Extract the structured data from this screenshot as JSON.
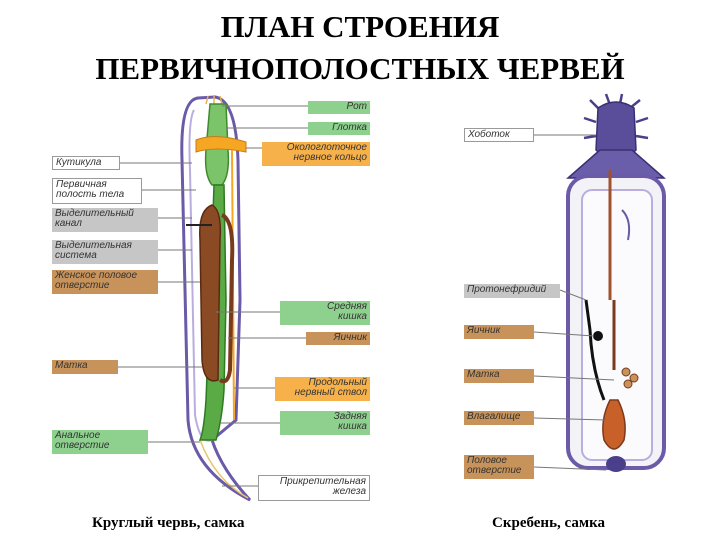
{
  "title": {
    "line1": "ПЛАН СТРОЕНИЯ",
    "line2": "ПЕРВИЧНОПОЛОСТНЫХ ЧЕРВЕЙ"
  },
  "roundworm": {
    "caption": "Круглый червь, самка",
    "labels": {
      "mouth": "Рот",
      "pharynx": "Глотка",
      "nerve_ring": "Окологлоточное\nнервное кольцо",
      "cuticle": "Кутикула",
      "body_cavity": "Первичная\nполость тела",
      "excretory_canal": "Выделительный\nканал",
      "excretory_system": "Выделительная\nсистема",
      "female_opening": "Женское половое\nотверстие",
      "midgut": "Средняя\nкишка",
      "ovary": "Яичник",
      "uterus": "Матка",
      "nerve_cord": "Продольный\nнервный ствол",
      "hindgut": "Задняя\nкишка",
      "anus": "Анальное\nотверстие",
      "attachment_gland": "Прикрепительная\nжелеза"
    }
  },
  "acanthocephalan": {
    "caption": "Скребень, самка",
    "labels": {
      "proboscis": "Хоботок",
      "protonephridium": "Протонефридий",
      "ovary": "Яичник",
      "uterus": "Матка",
      "vagina": "Влагалище",
      "genital_opening": "Половое\nотверстие"
    }
  },
  "colors": {
    "green_label": "#8ed08e",
    "orange_label": "#f7b14a",
    "brown_label": "#c8935a",
    "gray_label": "#c6c6c6",
    "worm_outline": "#6a5aa8",
    "gut": "#4e9a3a",
    "reproductive": "#7a3a1c",
    "nerve": "#f5a623",
    "proboscis": "#5a4e9a"
  }
}
